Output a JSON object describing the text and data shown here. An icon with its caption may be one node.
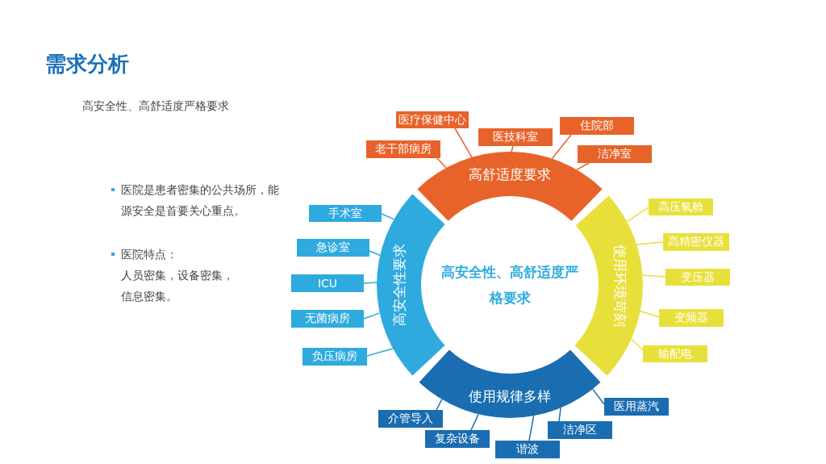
{
  "diagram": {
    "title": "需求分析",
    "nodes": [
      {
        "text": [
          "高安全性、高舒适度严格要求"
        ]
      },
      {
        "text": [
          "高舒适度要求"
        ]
      },
      {
        "text": [
          "高安全性要求"
        ]
      },
      {
        "text": [
          "使用环境苛刻"
        ]
      },
      {
        "text": [
          "使用规律多样"
        ]
      },
      {
        "text": [
          "医疗保健中心"
        ]
      },
      {
        "text": [
          "老干部病房"
        ]
      },
      {
        "text": [
          "医技科室"
        ]
      },
      {
        "text": [
          "住院部"
        ]
      },
      {
        "text": [
          "洁净室"
        ]
      },
      {
        "text": [
          "手术室"
        ]
      },
      {
        "text": [
          "急诊室"
        ]
      },
      {
        "text": [
          "ICU"
        ]
      },
      {
        "text": [
          "无菌病房"
        ]
      },
      {
        "text": [
          "负压病房"
        ]
      },
      {
        "text": [
          "高压氧舱"
        ]
      },
      {
        "text": [
          "高精密仪器"
        ]
      },
      {
        "text": [
          "变压器"
        ]
      },
      {
        "text": [
          "变频器"
        ]
      },
      {
        "text": [
          "输配电"
        ]
      },
      {
        "text": [
          "医用蒸汽"
        ]
      },
      {
        "text": [
          "介管导入"
        ]
      },
      {
        "text": [
          "洁净区"
        ]
      },
      {
        "text": [
          "复杂设备"
        ]
      },
      {
        "text": [
          "谐波"
        ]
      }
    ],
    "edges": [
      {
        "from": 5,
        "to": 1,
        "arrow": "none",
        "color": "#e8632a"
      },
      {
        "from": 6,
        "to": 1,
        "arrow": "none",
        "color": "#e8632a"
      },
      {
        "from": 7,
        "to": 1,
        "arrow": "none",
        "color": "#e8632a"
      },
      {
        "from": 8,
        "to": 1,
        "arrow": "none",
        "color": "#e8632a"
      },
      {
        "from": 9,
        "to": 1,
        "arrow": "none",
        "color": "#e8632a"
      },
      {
        "from": 10,
        "to": 2,
        "arrow": "none",
        "color": "#2eaadf"
      },
      {
        "from": 11,
        "to": 2,
        "arrow": "none",
        "color": "#2eaadf"
      },
      {
        "from": 12,
        "to": 2,
        "arrow": "none",
        "color": "#2eaadf"
      },
      {
        "from": 13,
        "to": 2,
        "arrow": "none",
        "color": "#2eaadf"
      },
      {
        "from": 14,
        "to": 2,
        "arrow": "none",
        "color": "#2eaadf"
      },
      {
        "from": 15,
        "to": 3,
        "arrow": "none",
        "color": "#e8e03a"
      },
      {
        "from": 16,
        "to": 3,
        "arrow": "none",
        "color": "#e8e03a"
      },
      {
        "from": 17,
        "to": 3,
        "arrow": "none",
        "color": "#e8e03a"
      },
      {
        "from": 18,
        "to": 3,
        "arrow": "none",
        "color": "#e8e03a"
      },
      {
        "from": 19,
        "to": 3,
        "arrow": "none",
        "color": "#e8e03a"
      },
      {
        "from": 20,
        "to": 4,
        "arrow": "none",
        "color": "#1a6db0"
      },
      {
        "from": 21,
        "to": 4,
        "arrow": "none",
        "color": "#1a6db0"
      },
      {
        "from": 22,
        "to": 4,
        "arrow": "none",
        "color": "#1a6db0"
      },
      {
        "from": 23,
        "to": 4,
        "arrow": "none",
        "color": "#1a6db0"
      },
      {
        "from": 24,
        "to": 4,
        "arrow": "none",
        "color": "#1a6db0"
      }
    ],
    "labels": [
      "高安全性、高舒适度严格要求",
      "医院是患者密集的公共场所，能源安全是首要关心重点。",
      "医院特点：",
      "人员密集，设备密集，信息密集。"
    ]
  }
}
